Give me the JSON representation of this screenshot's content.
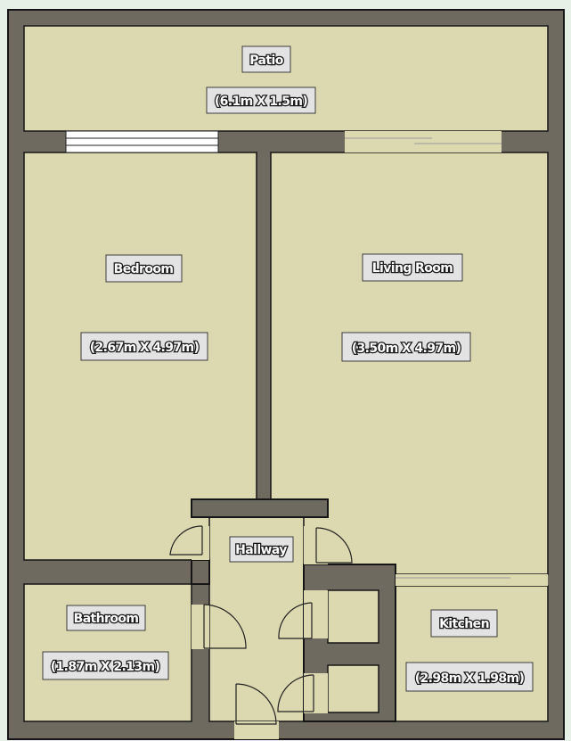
{
  "plan": {
    "rooms": {
      "patio": {
        "name": "Patio",
        "size": "(6.1m X 1.5m)"
      },
      "bedroom": {
        "name": "Bedroom",
        "size": "(2.67m X 4.97m)"
      },
      "living_room": {
        "name": "Living Room",
        "size": "(3.50m X 4.97m)"
      },
      "hallway": {
        "name": "Hallway"
      },
      "bathroom": {
        "name": "Bathroom",
        "size": "(1.87m X 2.13m)"
      },
      "kitchen": {
        "name": "Kitchen",
        "size": "(2.98m X 1.98m)"
      }
    },
    "colors": {
      "floor": "#dcd8b0",
      "wall": "#6f6a60",
      "label_box": "#e3e3e3",
      "background": "#e6f0e6"
    }
  }
}
